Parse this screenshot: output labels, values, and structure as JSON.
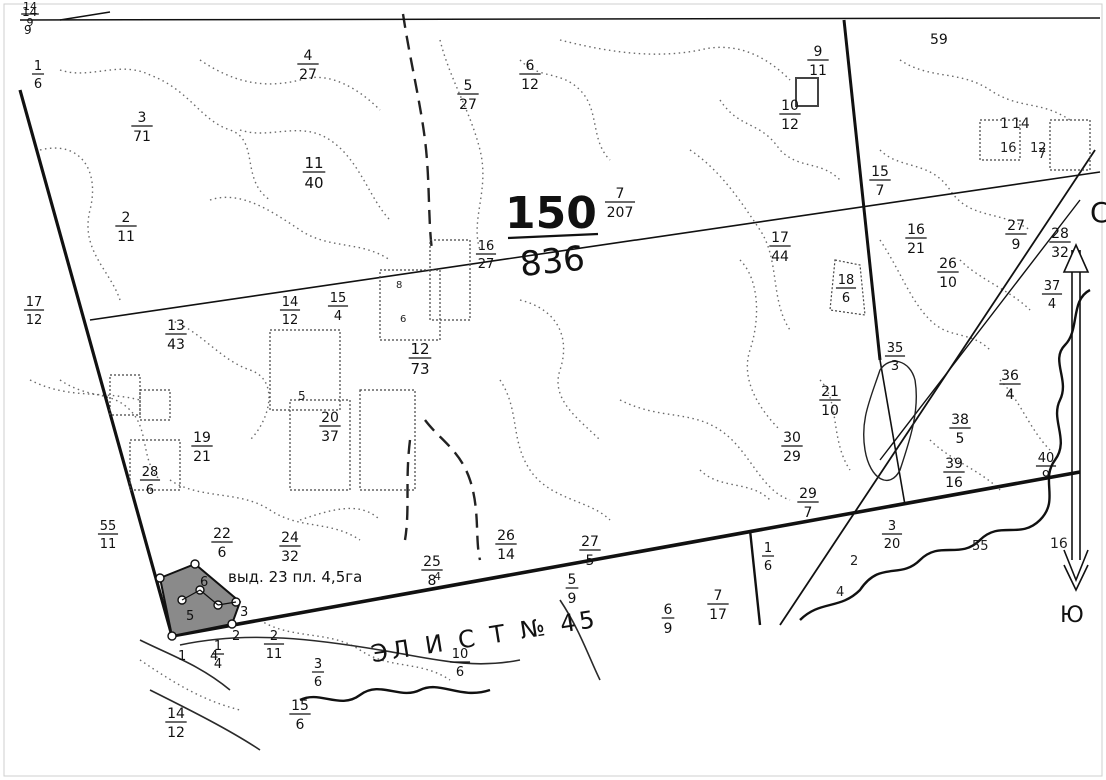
{
  "quarter": {
    "number": "150",
    "area": "836"
  },
  "allotment_note": "выд. 23 пл. 4,5га",
  "road_label": "ЭЛ И С Т № 45",
  "compass": {
    "north": "С",
    "south": "Ю"
  },
  "plot_points": [
    "1",
    "2",
    "3",
    "4",
    "5",
    "6"
  ],
  "edge_labels": [
    "14",
    "9",
    "59"
  ],
  "stands": [
    {
      "n": "14",
      "a": "9"
    },
    {
      "n": "1",
      "a": "6"
    },
    {
      "n": "3",
      "a": "71"
    },
    {
      "n": "2",
      "a": "11"
    },
    {
      "n": "4",
      "a": "27"
    },
    {
      "n": "11",
      "a": "40"
    },
    {
      "n": "5",
      "a": "27"
    },
    {
      "n": "6",
      "a": "12"
    },
    {
      "n": "9",
      "a": "11"
    },
    {
      "n": "10",
      "a": "12"
    },
    {
      "n": "7",
      "a": "207"
    },
    {
      "n": "16",
      "a": "27"
    },
    {
      "n": "17",
      "a": "44"
    },
    {
      "n": "15",
      "a": "7"
    },
    {
      "n": "16",
      "a": "21"
    },
    {
      "n": "18",
      "a": "6"
    },
    {
      "n": "26",
      "a": "10"
    },
    {
      "n": "27",
      "a": "9"
    },
    {
      "n": "28",
      "a": "32"
    },
    {
      "n": "37",
      "a": "4"
    },
    {
      "n": "17",
      "a": "12"
    },
    {
      "n": "13",
      "a": "43"
    },
    {
      "n": "14",
      "a": "12"
    },
    {
      "n": "15",
      "a": "4"
    },
    {
      "n": "12",
      "a": "73"
    },
    {
      "n": "20",
      "a": "37"
    },
    {
      "n": "19",
      "a": "21"
    },
    {
      "n": "28",
      "a": "6"
    },
    {
      "n": "35",
      "a": "3"
    },
    {
      "n": "36",
      "a": "4"
    },
    {
      "n": "21",
      "a": "10"
    },
    {
      "n": "38",
      "a": "5"
    },
    {
      "n": "30",
      "a": "29"
    },
    {
      "n": "39",
      "a": "16"
    },
    {
      "n": "40",
      "a": "9"
    },
    {
      "n": "29",
      "a": "7"
    },
    {
      "n": "55",
      "a": "11"
    },
    {
      "n": "22",
      "a": "6"
    },
    {
      "n": "24",
      "a": "32"
    },
    {
      "n": "25",
      "a": "8"
    },
    {
      "n": "26",
      "a": "14"
    },
    {
      "n": "27",
      "a": "5"
    },
    {
      "n": "1",
      "a": "6"
    },
    {
      "n": "3",
      "a": "20"
    },
    {
      "n": "5",
      "a": "9"
    },
    {
      "n": "6",
      "a": "9"
    },
    {
      "n": "7",
      "a": "17"
    },
    {
      "n": "1",
      "a": "4"
    },
    {
      "n": "2",
      "a": "11"
    },
    {
      "n": "3",
      "a": "6"
    },
    {
      "n": "10",
      "a": "6"
    },
    {
      "n": "14",
      "a": "12"
    },
    {
      "n": "15",
      "a": "6"
    }
  ],
  "stray_labels": [
    "16",
    "12",
    "2",
    "4",
    "55",
    "16",
    "14",
    "1",
    "7",
    "8",
    "6",
    "5",
    "4"
  ]
}
